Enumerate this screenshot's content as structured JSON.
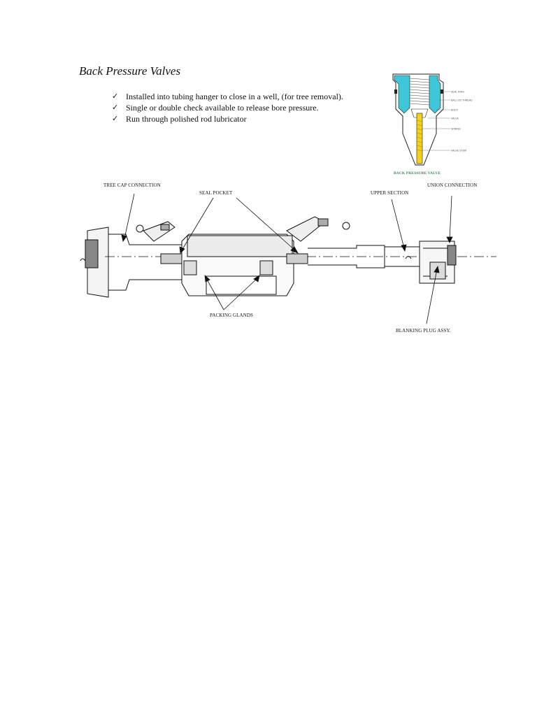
{
  "document": {
    "title": "Back Pressure Valves",
    "bullets": [
      "Installed into tubing hanger to close in a well, (for tree removal).",
      "Single or double check available to release bore pressure.",
      "Run through polished rod lubricator"
    ]
  },
  "figure_bpv": {
    "caption": "BACK PRESSURE VALVE",
    "callouts": [
      "SEAL RING",
      "BALL OD THREAD",
      "BODY",
      "VALVE",
      "SPRING",
      "VALVE STEM"
    ],
    "colors": {
      "body": "#3fc6d8",
      "stem": "#f2d21b",
      "outline": "#222222"
    }
  },
  "diagram_lubricator": {
    "labels": {
      "tree_cap": "TREE CAP CONNECTION",
      "seal_pocket": "SEAL POCKET",
      "upper_section": "UPPER SECTION",
      "union": "UNION CONNECTION",
      "packing_glands": "PACKING GLANDS",
      "blanking_plug": "BLANKING  PLUG ASSY."
    }
  }
}
